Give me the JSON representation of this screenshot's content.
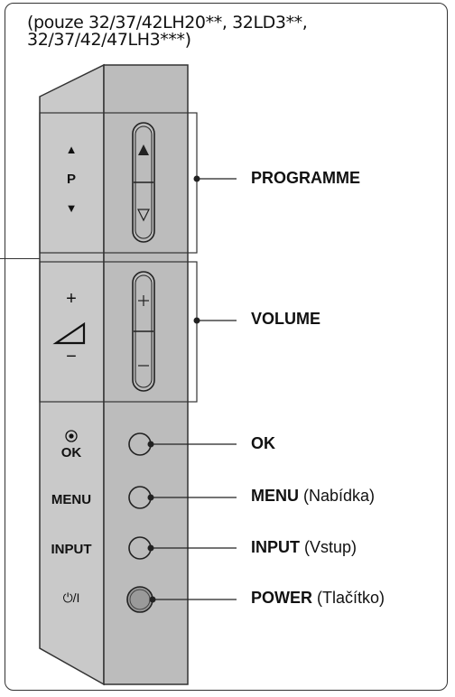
{
  "header": {
    "line1": "(pouze 32/37/42LH20**, 32LD3**,",
    "line2": "32/37/42/47LH3***)"
  },
  "side_labels": {
    "prog_up": "▲",
    "prog_p": "P",
    "prog_down": "▼",
    "vol_plus": "+",
    "vol_minus": "−",
    "ok_label": "OK",
    "menu_label": "MENU",
    "input_label": "INPUT",
    "power_label": "⏻/I"
  },
  "callouts": {
    "programme": "PROGRAMME",
    "volume": "VOLUME",
    "ok": "OK",
    "menu_bold": "MENU",
    "menu_sub": " (Nabídka)",
    "input_bold": "INPUT",
    "input_sub": " (Vstup)",
    "power_bold": "POWER",
    "power_sub": " (Tlačítko)"
  },
  "colors": {
    "panel_front": "#c9c9c9",
    "panel_side": "#bdbdbd",
    "power_button": "#9a9a9a"
  }
}
